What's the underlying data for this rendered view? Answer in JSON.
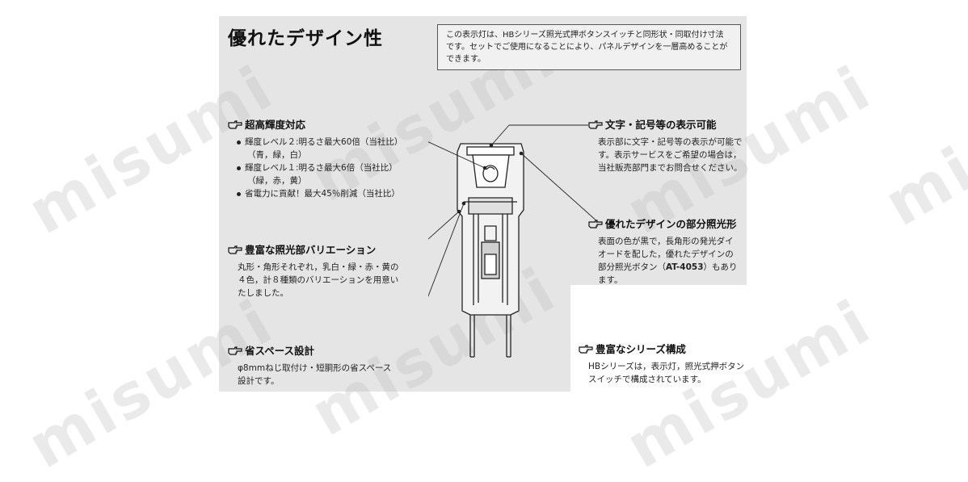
{
  "title": "優れたデザイン性",
  "intro": [
    "この表示灯は、HBシリーズ照光式押ボタンスイッチと同形状・同取付け寸法",
    "です。セットでご使用になることにより、パネルデザインを一層高めることが",
    "できます。"
  ],
  "sections": {
    "brightness": {
      "heading": "超高輝度対応",
      "items": [
        "輝度レベル２:明るさ最大60倍（当社比）",
        "輝度レベル１:明るさ最大6倍（当社比）",
        "省電力に貢献！最大45％削減（当社比）"
      ],
      "sub1": "（青，緑，白）",
      "sub2": "（緑，赤，黄）"
    },
    "variation": {
      "heading": "豊富な照光部バリエーション",
      "lines": [
        "丸形・角形それぞれ，乳白・緑・赤・黄の",
        "４色，計８種類のバリエーションを用意い",
        "たしました。"
      ]
    },
    "space": {
      "heading": "省スペース設計",
      "lines": [
        "φ8mmねじ取付け・短胴形の省スペース",
        "設計です。"
      ]
    },
    "marking": {
      "heading": "文字・記号等の表示可能",
      "lines": [
        "表示部に文字・記号等の表示が可能で",
        "す。表示サービスをご希望の場合は，",
        "当社販売部門までお問合せください。"
      ]
    },
    "partial": {
      "heading": "優れたデザインの部分照光形",
      "lines": [
        "表面の色が黒で，長角形の発光ダイ",
        "オードを配した，優れたデザインの"
      ],
      "line3_prefix": "部分照光ボタン（",
      "line3_code": "AT-4053",
      "line3_suffix": "）もあり",
      "line4": "ます。"
    },
    "series": {
      "heading": "豊富なシリーズ構成",
      "lines": [
        "HBシリーズは，表示灯，照光式押ボタン",
        "スイッチで構成されています。"
      ]
    }
  },
  "watermark": "misumi",
  "icons": {
    "pointer": "pointing-hand-icon"
  },
  "colors": {
    "panel": "#e5e5e5",
    "text": "#1a1a1a"
  }
}
